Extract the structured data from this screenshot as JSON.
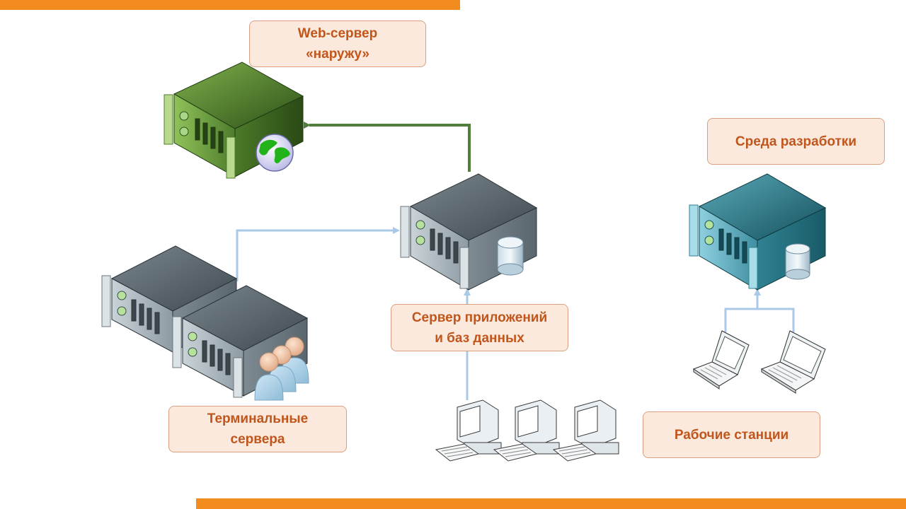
{
  "colors": {
    "accent_bar": "#f28c1e",
    "label_text": "#c0561b",
    "label_fill": "#fce9dd",
    "link_primary": "#4f7f3a",
    "link_secondary": "#a9c9e6"
  },
  "labels": {
    "web_server": {
      "line1": "Web-сервер",
      "line2": "«наружу»"
    },
    "dev_env": {
      "line1": "Среда разработки"
    },
    "app_db_server": {
      "line1": "Сервер приложений",
      "line2": "и баз данных"
    },
    "terminal_servers": {
      "line1": "Терминальные",
      "line2": "сервера"
    },
    "workstations": {
      "line1": "Рабочие станции"
    }
  },
  "nodes": [
    {
      "id": "web-server",
      "icon": "server-globe-icon",
      "variant": "green"
    },
    {
      "id": "app-db-server",
      "icon": "server-database-icon",
      "variant": "gray"
    },
    {
      "id": "dev-server",
      "icon": "server-database-icon",
      "variant": "teal"
    },
    {
      "id": "terminal-servers",
      "icon": "server-group-users-icon",
      "variant": "gray"
    },
    {
      "id": "office-pcs",
      "icon": "desktop-computer-icon",
      "count": 3
    },
    {
      "id": "dev-laptops",
      "icon": "laptop-icon",
      "count": 2
    }
  ],
  "links": [
    {
      "from": "app-db-server",
      "to": "web-server",
      "style": "primary"
    },
    {
      "from": "terminal-servers",
      "to": "app-db-server",
      "style": "secondary"
    },
    {
      "from": "office-pcs",
      "to": "app-db-server",
      "style": "secondary"
    },
    {
      "from": "dev-laptops",
      "to": "dev-server",
      "style": "secondary"
    }
  ]
}
